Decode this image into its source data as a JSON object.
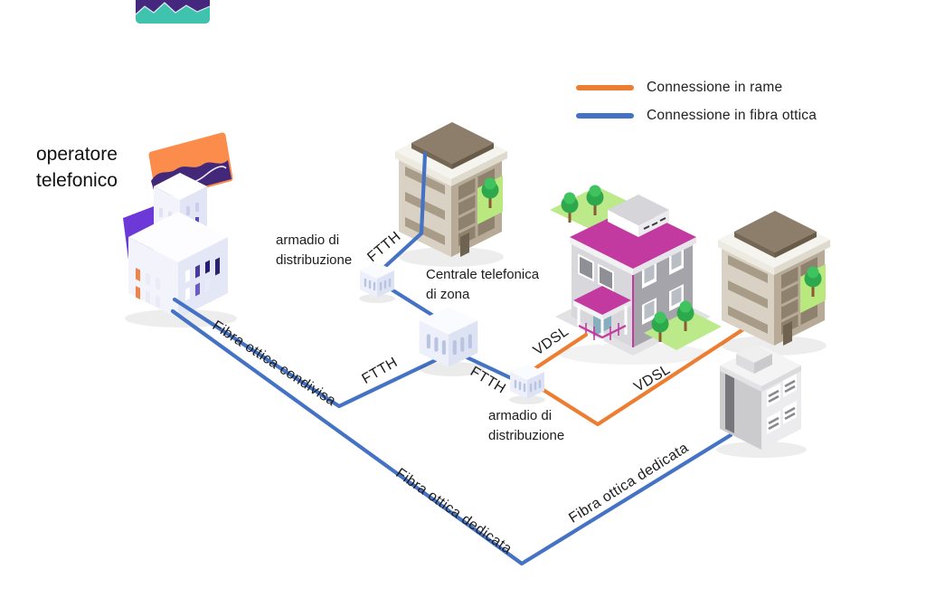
{
  "colors": {
    "copper": "#ED7D31",
    "fiber": "#4472C4"
  },
  "legend": [
    {
      "label": "Connessione in rame",
      "color": "#ED7D31"
    },
    {
      "label": "Connessione in fibra ottica",
      "color": "#4472C4"
    }
  ],
  "nodes": {
    "operator": {
      "label": "operatore telefonico"
    },
    "cabinet_top": {
      "label": "armadio di distribuzione"
    },
    "central_office": {
      "label": "Centrale telefonica di zona"
    },
    "cabinet_bottom": {
      "label": "armadio di distribuzione"
    }
  },
  "link_labels": {
    "ftth": "FTTH",
    "vdsl": "VDSL",
    "shared_fiber": "Fibra ottica condivisa",
    "dedicated_fiber": "Fibra ottica dedicata"
  }
}
